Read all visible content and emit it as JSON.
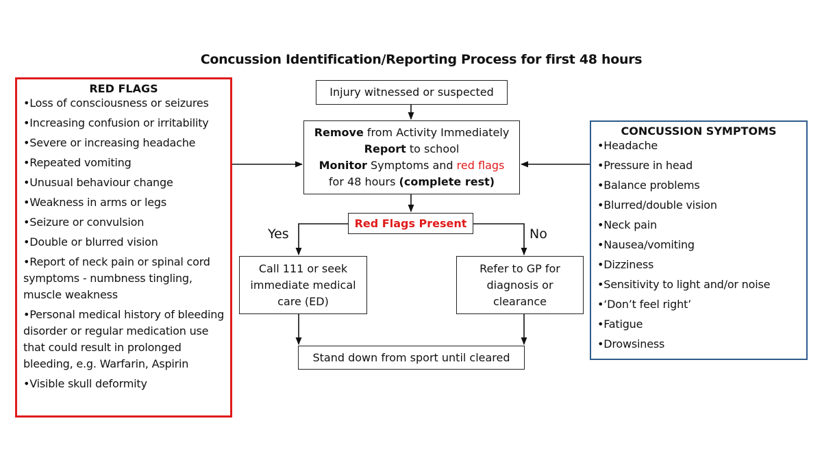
{
  "title": "Concussion Identification/Reporting Process for first 48 hours",
  "red_flags": {
    "heading": "RED FLAGS",
    "items": [
      "Loss of consciousness or seizures",
      "Increasing confusion or irritability",
      "Severe or increasing headache",
      "Repeated vomiting",
      "Unusual behaviour change",
      "Weakness in arms or legs",
      "Seizure or convulsion",
      "Double or blurred vision",
      "Report of neck pain or spinal cord symptoms - numbness tingling, muscle weakness",
      "Personal medical history of bleeding disorder or regular medication use that could result in prolonged bleeding, e.g. Warfarin, Aspirin",
      "Visible skull deformity"
    ]
  },
  "symptoms": {
    "heading": "CONCUSSION SYMPTOMS",
    "items": [
      "Headache",
      "Pressure in head",
      "Balance problems",
      "Blurred/double vision",
      "Neck pain",
      "Nausea/vomiting",
      "Dizziness",
      "Sensitivity to light and/or noise",
      "‘Don’t feel right’",
      "Fatigue",
      "Drowsiness"
    ]
  },
  "flow": {
    "injury": "Injury witnessed or suspected",
    "remove": {
      "remove_bold": "Remove",
      "remove_rest": " from Activity Immediately",
      "report_bold": "Report",
      "report_rest": " to school",
      "monitor_bold": "Monitor",
      "monitor_mid": " Symptoms and ",
      "monitor_red": "red flags",
      "rest_pre": "for 48 hours ",
      "rest_bold": "(complete rest)"
    },
    "decision": "Red Flags Present",
    "yes_label": "Yes",
    "no_label": "No",
    "call": "Call 111 or seek immediate medical care (ED)",
    "gp": "Refer to GP for diagnosis or clearance",
    "stand_down": "Stand down from sport until cleared"
  },
  "colors": {
    "red_flag": "#e01b1b",
    "symptoms_border": "#2e5b8c",
    "box_border": "#222222"
  }
}
